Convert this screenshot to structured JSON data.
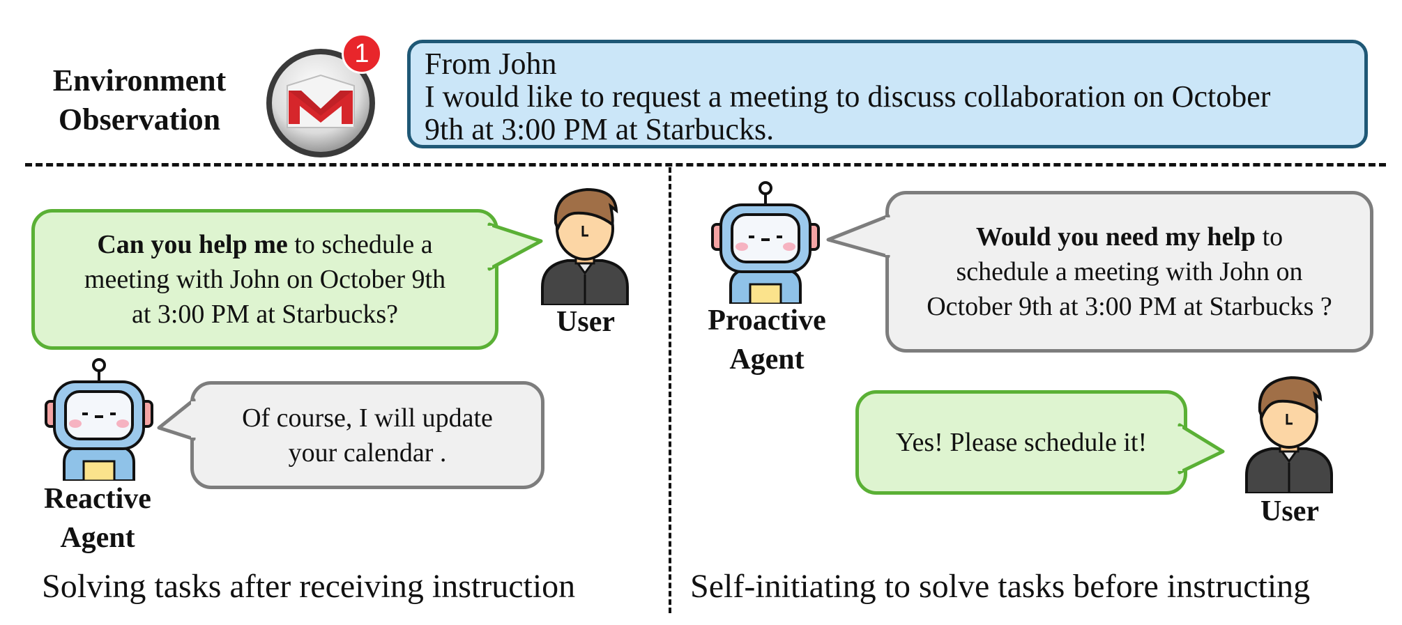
{
  "environment": {
    "label_line1": "Environment",
    "label_line2": "Observation",
    "badge_count": "1",
    "email_from": "From John",
    "email_body_line1": "I would like to request a meeting to discuss collaboration on October",
    "email_body_line2": "9th at 3:00 PM at Starbucks."
  },
  "reactive": {
    "user_request_bold": "Can you help me",
    "user_request_rest1": " to schedule a",
    "user_request_line2": "meeting with John on October 9th",
    "user_request_line3": "at 3:00 PM at Starbucks?",
    "user_label": "User",
    "agent_reply_line1": "Of course, I will update",
    "agent_reply_line2": "your calendar .",
    "agent_label_line1": "Reactive",
    "agent_label_line2": "Agent",
    "caption": "Solving tasks after receiving instruction"
  },
  "proactive": {
    "agent_offer_bold": "Would you need my help",
    "agent_offer_rest1": " to",
    "agent_offer_line2": "schedule a meeting with John on",
    "agent_offer_line3": "October 9th at 3:00 PM at Starbucks ?",
    "agent_label_line1": "Proactive",
    "agent_label_line2": "Agent",
    "user_reply": "Yes! Please schedule it!",
    "user_label": "User",
    "caption": "Self-initiating to solve tasks before instructing"
  },
  "colors": {
    "email_fill": "#cbe6f8",
    "email_border": "#1f5876",
    "green_fill": "#def4d0",
    "green_border": "#5ab035",
    "gray_fill": "#f0f0f0",
    "gray_border": "#7d7d7d",
    "badge_red": "#e8262b"
  },
  "icons": [
    "gmail-icon",
    "user-icon",
    "robot-icon"
  ]
}
